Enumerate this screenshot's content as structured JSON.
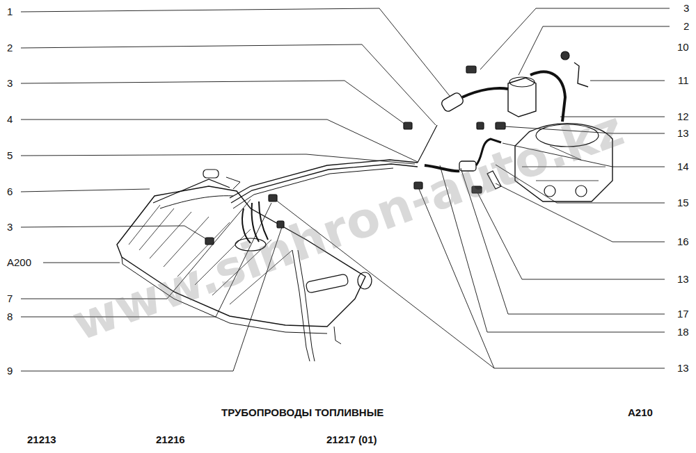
{
  "diagram": {
    "title": "ТРУБОПРОВОДЫ ТОПЛИВНЫЕ",
    "labels": [
      "1",
      "2",
      "3",
      "4",
      "5",
      "6",
      "3",
      "A200",
      "7",
      "8",
      "9",
      "3",
      "2",
      "10",
      "11",
      "12",
      "13",
      "14",
      "15",
      "16",
      "13",
      "17",
      "18",
      "13",
      "www.sinhron-auto.kz",
      "A210",
      "21213",
      "21216",
      "21217 (01)"
    ]
  }
}
